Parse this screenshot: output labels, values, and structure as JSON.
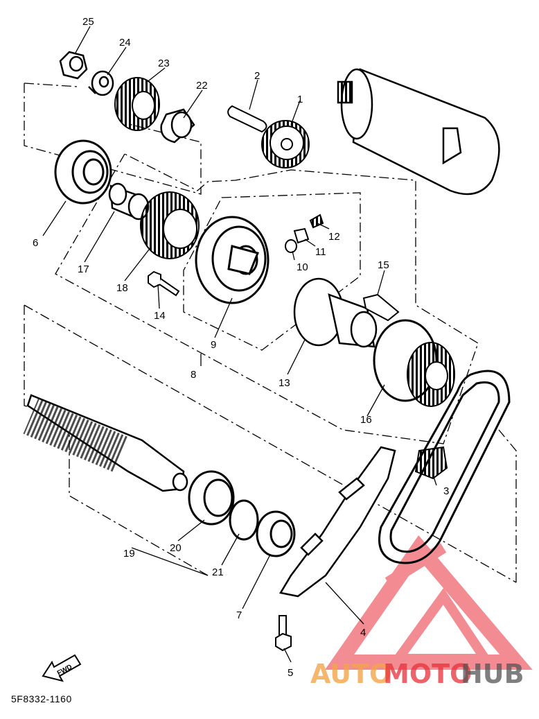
{
  "callouts": [
    "1",
    "2",
    "3",
    "4",
    "5",
    "6",
    "7",
    "8",
    "9",
    "10",
    "11",
    "12",
    "13",
    "14",
    "15",
    "16",
    "17",
    "18",
    "19",
    "20",
    "21",
    "22",
    "23",
    "24",
    "25"
  ],
  "fwd_label": "FWD",
  "diagram_code": "5F8332-1160",
  "watermark": {
    "part1": "AUTO",
    "part2": "MOTO",
    "part3": "HUB"
  },
  "colors": {
    "line": "#000000",
    "watermark_red": "#e8303a",
    "watermark_orange": "#f3a54a",
    "watermark_grey": "#555555"
  }
}
